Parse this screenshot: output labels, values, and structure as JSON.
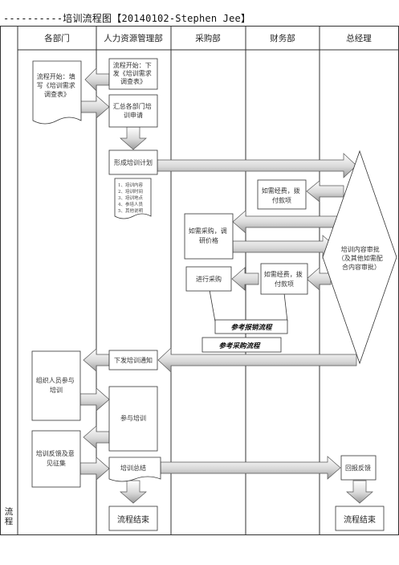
{
  "title": "----------培训流程图【20140102-Stephen Jee】",
  "side_label": "流程",
  "lanes": [
    "各部门",
    "人力资源管理部",
    "采购部",
    "财务部",
    "总经理"
  ],
  "nodes": {
    "dept_fill": [
      "流程开始：填",
      "写《培训需求",
      "调查表》"
    ],
    "hr_start": [
      "流程开始：下",
      "发《培训需求",
      "调查表》"
    ],
    "hr_collect": [
      "汇总各部门培",
      "训申请"
    ],
    "hr_plan": [
      "形成培训计划"
    ],
    "plan_items": [
      "1、培训内容",
      "2、培训时间",
      "3、培训地点",
      "4、参培人员",
      "5、其他说明"
    ],
    "fin_fund1": [
      "如需经费，拨",
      "付款项"
    ],
    "pur_research": [
      "如需采购，调",
      "研价格"
    ],
    "gm_approve": [
      "培训内容审批",
      "（及其他如需配",
      "合内容审批）"
    ],
    "pur_do": [
      "进行采购"
    ],
    "fin_fund2": [
      "如需经费，拨",
      "付款项"
    ],
    "ref_reimburse": [
      "参考报销流程"
    ],
    "ref_purchase": [
      "参考采购流程"
    ],
    "hr_notice": [
      "下发培训通知"
    ],
    "dept_organize": [
      "组织人员参与",
      "培训"
    ],
    "hr_attend": [
      "参与培训"
    ],
    "dept_feedback": [
      "培训反馈及意",
      "见征集"
    ],
    "hr_summary": [
      "培训总结"
    ],
    "gm_feedback": [
      "回报反馈"
    ],
    "hr_end": [
      "流程结束"
    ],
    "gm_end": [
      "流程结束"
    ]
  }
}
